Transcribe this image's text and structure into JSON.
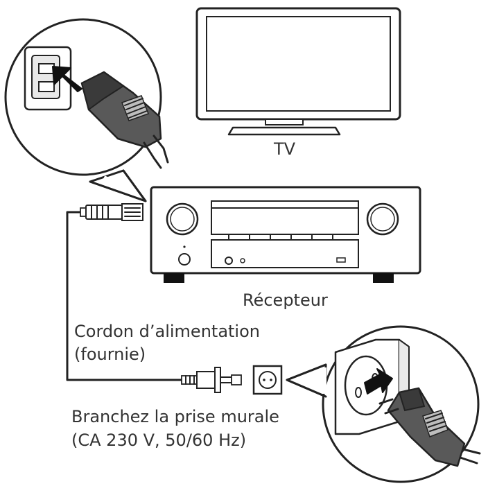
{
  "labels": {
    "tv": "TV",
    "receiver": "Récepteur",
    "cord_line1": "Cordon d’alimentation",
    "cord_line2": "(fournie)",
    "outlet_line1": "Branchez la prise murale",
    "outlet_line2": "(CA 230 V, 50/60 Hz)"
  },
  "colors": {
    "line": "#222222",
    "connector_fill": "#595959",
    "connector_dark": "#3a3a3a",
    "grip": "#bdbdbd",
    "text": "#333333"
  },
  "icons": [
    "tv-icon",
    "receiver-icon",
    "iec-inlet-icon",
    "power-plug-icon",
    "wall-outlet-icon",
    "insert-arrow-icon"
  ]
}
